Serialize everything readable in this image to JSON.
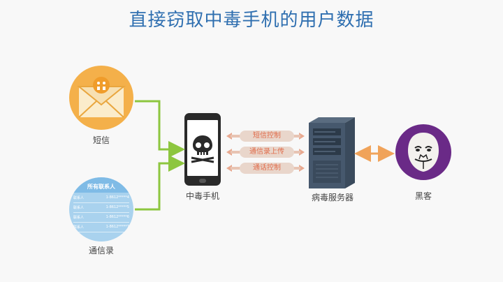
{
  "title": "直接窃取中毒手机的用户数据",
  "nodes": {
    "sms": "短信",
    "contacts": "通信录",
    "phone": "中毒手机",
    "server": "病毒服务器",
    "hacker": "黑客"
  },
  "contacts_card": {
    "header": "所有联系人",
    "rows": [
      {
        "name": "联系人",
        "number": "1-8612*****4"
      },
      {
        "name": "联系人",
        "number": "1-8612*****5"
      },
      {
        "name": "联系人",
        "number": "1-8612*****6"
      },
      {
        "name": "联系人",
        "number": "1-8612*****7"
      }
    ]
  },
  "links": [
    "短信控制",
    "通信录上传",
    "通话控制"
  ],
  "colors": {
    "title": "#2f6fb0",
    "sms": "#f4b04a",
    "contacts": "#a9d2ee",
    "hacker": "#6a2a87",
    "green_arrow": "#8dc63f",
    "orange_arrow": "#f0a35a",
    "link_text": "#e06b4a"
  }
}
